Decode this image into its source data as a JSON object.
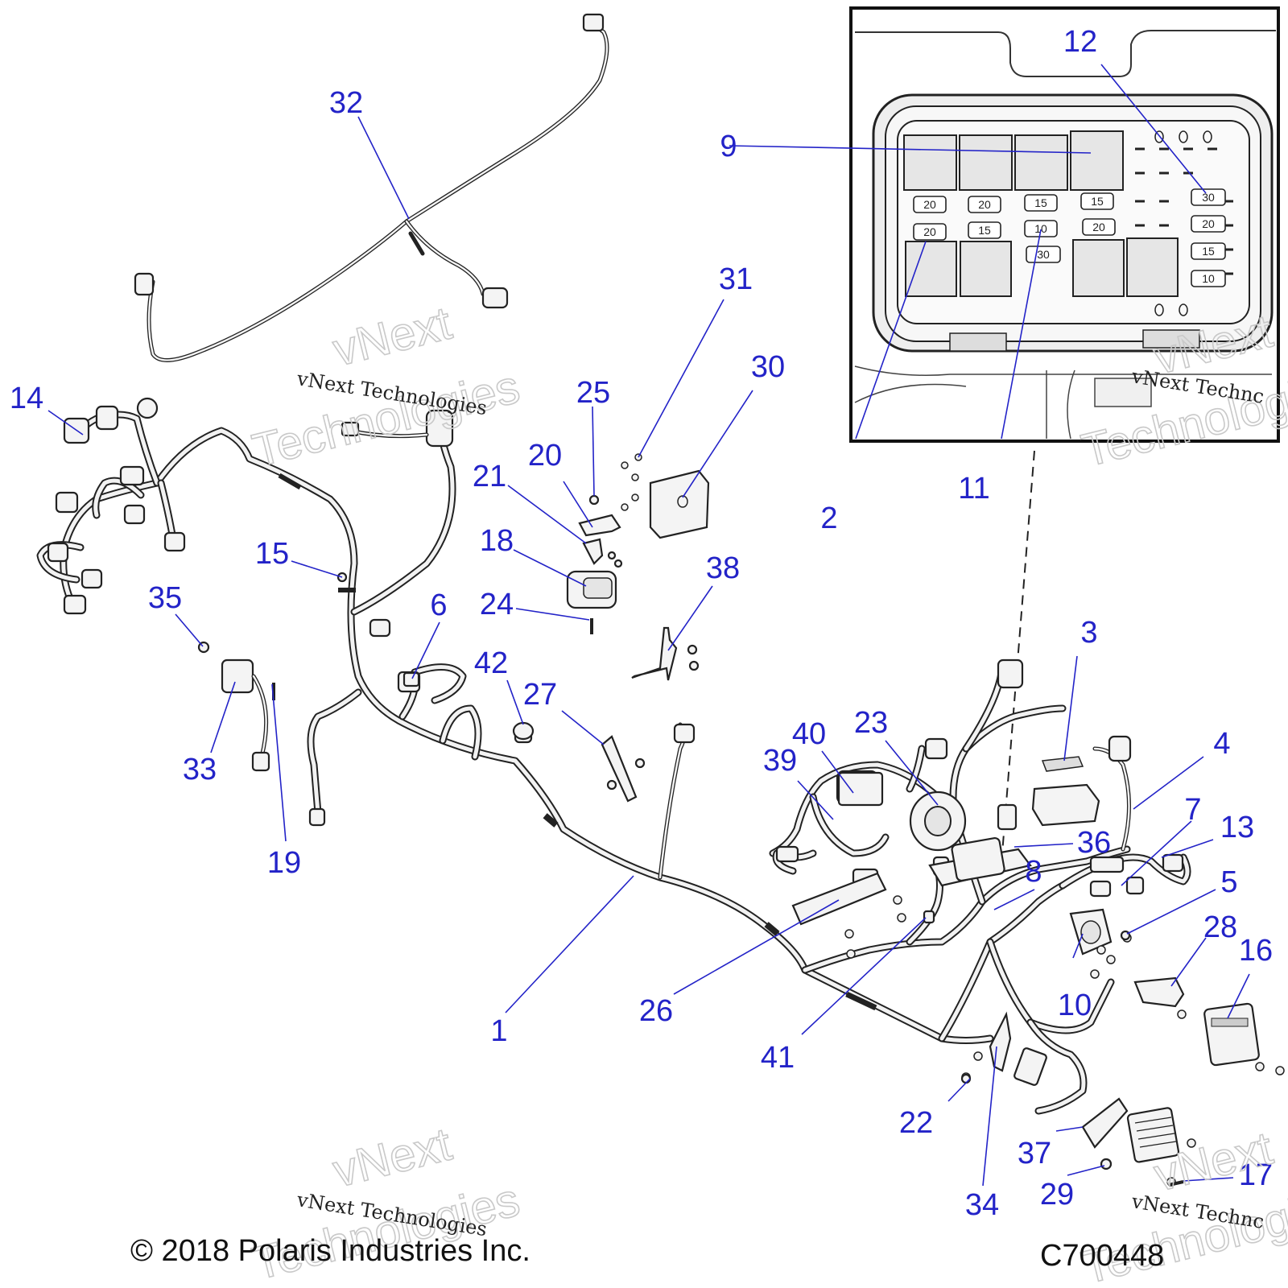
{
  "callouts": [
    "1",
    "2",
    "3",
    "4",
    "5",
    "6",
    "7",
    "8",
    "9",
    "10",
    "11",
    "12",
    "13",
    "14",
    "15",
    "16",
    "17",
    "18",
    "19",
    "20",
    "21",
    "22",
    "23",
    "24",
    "25",
    "26",
    "27",
    "28",
    "29",
    "30",
    "31",
    "32",
    "33",
    "34",
    "35",
    "36",
    "37",
    "38",
    "39",
    "40",
    "41",
    "42"
  ],
  "fuses": [
    "20",
    "20",
    "15",
    "15",
    "30",
    "20",
    "15",
    "20",
    "10",
    "20",
    "30",
    "15",
    "10"
  ],
  "watermark": {
    "company": "vNext Technologies",
    "company_cut": "vNext Technc",
    "stamp_1": "vNext",
    "stamp_2": "Technologies"
  },
  "footer": {
    "copyright": "© 2018 Polaris Industries Inc.",
    "code": "C700448"
  },
  "colors": {
    "callout": "#2323c8",
    "line": "#222222"
  }
}
